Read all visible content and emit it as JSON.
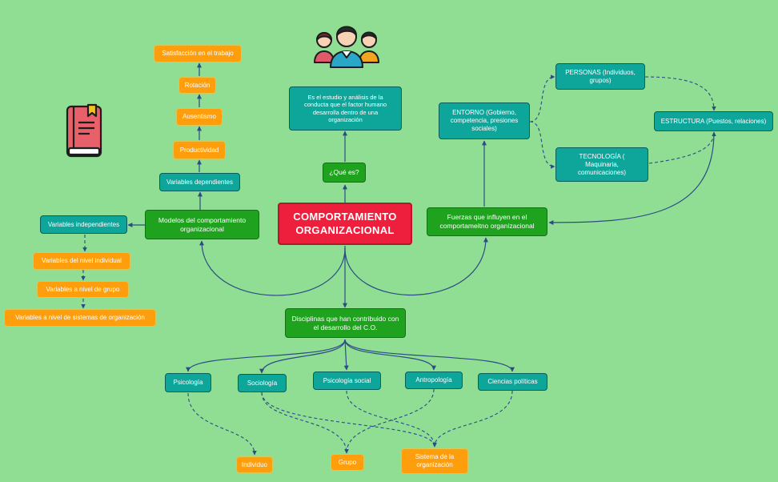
{
  "central": "COMPORTAMIENTO ORGANIZACIONAL",
  "que_es": {
    "label": "¿Qué es?",
    "definition": "Es el estudio y análisis de la conducta  que el factor humano desarrolla dentro de una organización"
  },
  "modelos": {
    "label": "Modelos del comportamiento organizacional",
    "dependientes": {
      "label": "Variables dependientes",
      "items": [
        "Productividad",
        "Ausentismo",
        "Rotación",
        "Satisfacción en el trabajo"
      ]
    },
    "independientes": {
      "label": "Variables independientes",
      "items": [
        "Variables del nivel individual",
        "Variables a nivel de grupo",
        "Variables a nivel de sistemas de organización"
      ]
    }
  },
  "fuerzas": {
    "label": "Fuerzas que influyen en el comportameitno organizacional",
    "entorno": "ENTORNO (Gobierno, competencia, presiones sociales)",
    "personas": "PERSONAS (Individuos, grupos)",
    "tecnologia": "TECNOLOGÍA ( Maquinaria, comunicaciones)",
    "estructura": "ESTRUCTURA (Puestos, relaciones)"
  },
  "disciplinas": {
    "label": "Disciplinas que han contribuido con el desarrollo del C.O.",
    "items": [
      "Psicología",
      "Sociología",
      "Psicología social",
      "Antropología",
      "Ciencias políticas"
    ],
    "niveles": [
      "Individuo",
      "Grupo",
      "Sistema de la organización"
    ]
  },
  "icons": [
    "people-icon",
    "book-icon"
  ],
  "colors": {
    "background": "#8fde94",
    "central": "#ee1f3c",
    "green": "#1fa31f",
    "teal": "#0ea59a",
    "orange": "#ff9e0d",
    "line": "#2c4b86"
  }
}
